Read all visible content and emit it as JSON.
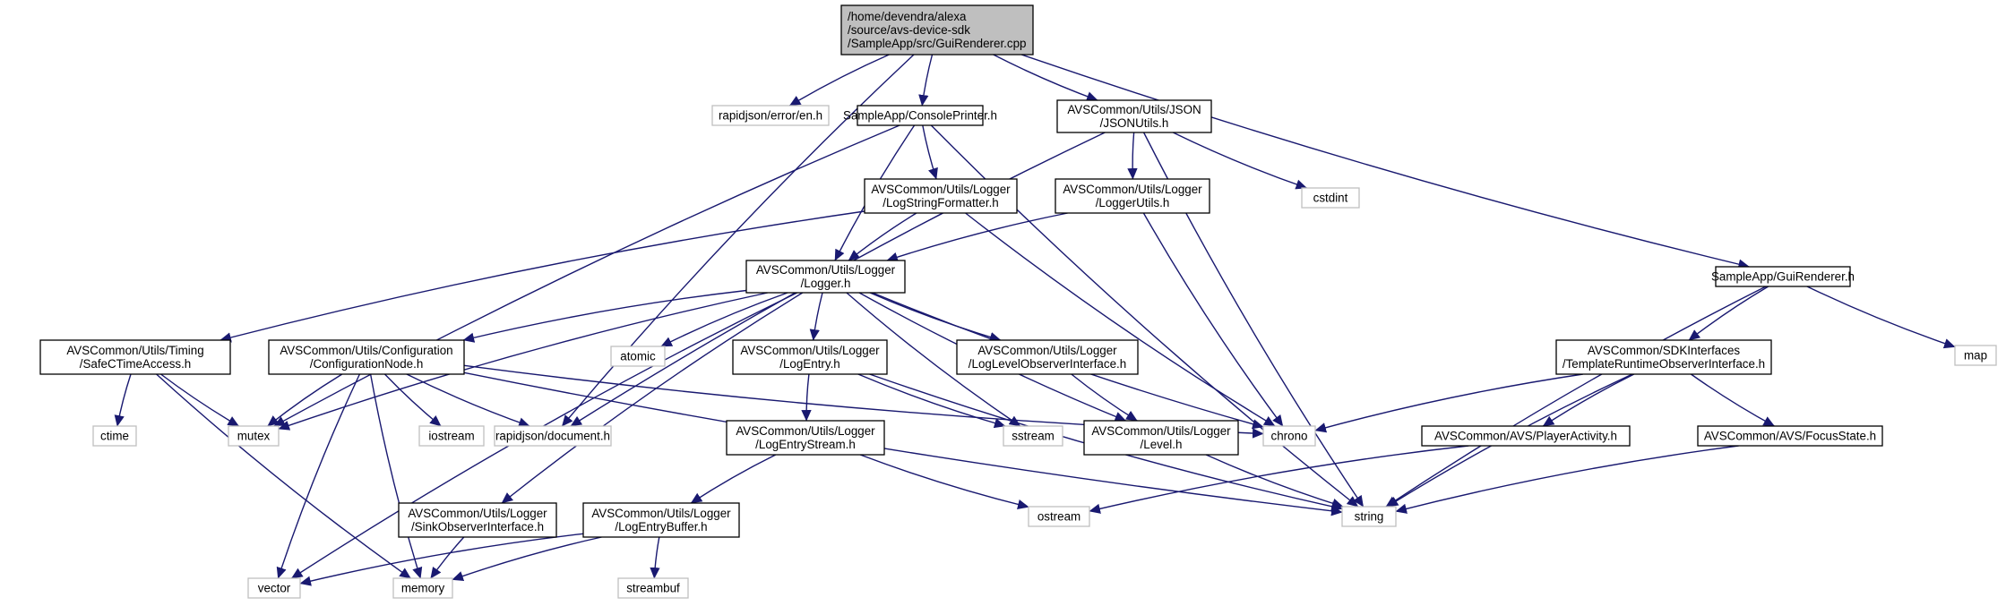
{
  "colors": {
    "edge": "#191970",
    "main_fill": "#bfbfbf",
    "local_border": "#000000",
    "system_border": "#bfbfbf",
    "background": "#ffffff"
  },
  "nodes": [
    {
      "id": "guirenderer_cpp",
      "kind": "main",
      "lines": [
        "/home/devendra/alexa",
        "/source/avs-device-sdk",
        "/SampleApp/src/GuiRenderer.cpp"
      ]
    },
    {
      "id": "error_en",
      "kind": "system",
      "lines": [
        "rapidjson/error/en.h"
      ]
    },
    {
      "id": "consoleprinter",
      "kind": "local",
      "lines": [
        "SampleApp/ConsolePrinter.h"
      ]
    },
    {
      "id": "jsonutils",
      "kind": "local",
      "lines": [
        "AVSCommon/Utils/JSON",
        "/JSONUtils.h"
      ]
    },
    {
      "id": "cstdint",
      "kind": "system",
      "lines": [
        "cstdint"
      ]
    },
    {
      "id": "logstringformatter",
      "kind": "local",
      "lines": [
        "AVSCommon/Utils/Logger",
        "/LogStringFormatter.h"
      ]
    },
    {
      "id": "loggerutils",
      "kind": "local",
      "lines": [
        "AVSCommon/Utils/Logger",
        "/LoggerUtils.h"
      ]
    },
    {
      "id": "logger",
      "kind": "local",
      "lines": [
        "AVSCommon/Utils/Logger",
        "/Logger.h"
      ]
    },
    {
      "id": "guirenderer_h",
      "kind": "local",
      "lines": [
        "SampleApp/GuiRenderer.h"
      ]
    },
    {
      "id": "safectime",
      "kind": "local",
      "lines": [
        "AVSCommon/Utils/Timing",
        "/SafeCTimeAccess.h"
      ]
    },
    {
      "id": "confignode",
      "kind": "local",
      "lines": [
        "AVSCommon/Utils/Configuration",
        "/ConfigurationNode.h"
      ]
    },
    {
      "id": "atomic",
      "kind": "system",
      "lines": [
        "atomic"
      ]
    },
    {
      "id": "logentry",
      "kind": "local",
      "lines": [
        "AVSCommon/Utils/Logger",
        "/LogEntry.h"
      ]
    },
    {
      "id": "loglevelobserver",
      "kind": "local",
      "lines": [
        "AVSCommon/Utils/Logger",
        "/LogLevelObserverInterface.h"
      ]
    },
    {
      "id": "templateobserver",
      "kind": "local",
      "lines": [
        "AVSCommon/SDKInterfaces",
        "/TemplateRuntimeObserverInterface.h"
      ]
    },
    {
      "id": "map",
      "kind": "system",
      "lines": [
        "map"
      ]
    },
    {
      "id": "ctime",
      "kind": "system",
      "lines": [
        "ctime"
      ]
    },
    {
      "id": "mutex",
      "kind": "system",
      "lines": [
        "mutex"
      ]
    },
    {
      "id": "iostream",
      "kind": "system",
      "lines": [
        "iostream"
      ]
    },
    {
      "id": "document",
      "kind": "system",
      "lines": [
        "rapidjson/document.h"
      ]
    },
    {
      "id": "sstream",
      "kind": "system",
      "lines": [
        "sstream"
      ]
    },
    {
      "id": "chrono",
      "kind": "system",
      "lines": [
        "chrono"
      ]
    },
    {
      "id": "logentrystream",
      "kind": "local",
      "lines": [
        "AVSCommon/Utils/Logger",
        "/LogEntryStream.h"
      ]
    },
    {
      "id": "level",
      "kind": "local",
      "lines": [
        "AVSCommon/Utils/Logger",
        "/Level.h"
      ]
    },
    {
      "id": "playeractivity",
      "kind": "local",
      "lines": [
        "AVSCommon/AVS/PlayerActivity.h"
      ]
    },
    {
      "id": "focusstate",
      "kind": "local",
      "lines": [
        "AVSCommon/AVS/FocusState.h"
      ]
    },
    {
      "id": "sinkobserver",
      "kind": "local",
      "lines": [
        "AVSCommon/Utils/Logger",
        "/SinkObserverInterface.h"
      ]
    },
    {
      "id": "logentrybuffer",
      "kind": "local",
      "lines": [
        "AVSCommon/Utils/Logger",
        "/LogEntryBuffer.h"
      ]
    },
    {
      "id": "ostream",
      "kind": "system",
      "lines": [
        "ostream"
      ]
    },
    {
      "id": "string",
      "kind": "system",
      "lines": [
        "string"
      ]
    },
    {
      "id": "vector",
      "kind": "system",
      "lines": [
        "vector"
      ]
    },
    {
      "id": "memory",
      "kind": "system",
      "lines": [
        "memory"
      ]
    },
    {
      "id": "streambuf",
      "kind": "system",
      "lines": [
        "streambuf"
      ]
    }
  ],
  "edges": [
    [
      "guirenderer_cpp",
      "error_en"
    ],
    [
      "guirenderer_cpp",
      "consoleprinter"
    ],
    [
      "guirenderer_cpp",
      "jsonutils"
    ],
    [
      "guirenderer_cpp",
      "guirenderer_h"
    ],
    [
      "guirenderer_cpp",
      "document"
    ],
    [
      "consoleprinter",
      "logstringformatter"
    ],
    [
      "consoleprinter",
      "logger"
    ],
    [
      "consoleprinter",
      "mutex"
    ],
    [
      "consoleprinter",
      "string"
    ],
    [
      "jsonutils",
      "loggerutils"
    ],
    [
      "jsonutils",
      "cstdint"
    ],
    [
      "jsonutils",
      "string"
    ],
    [
      "jsonutils",
      "document"
    ],
    [
      "logstringformatter",
      "logger"
    ],
    [
      "logstringformatter",
      "safectime"
    ],
    [
      "logstringformatter",
      "chrono"
    ],
    [
      "loggerutils",
      "logger"
    ],
    [
      "loggerutils",
      "chrono"
    ],
    [
      "logger",
      "confignode"
    ],
    [
      "logger",
      "atomic"
    ],
    [
      "logger",
      "logentry"
    ],
    [
      "logger",
      "loglevelobserver"
    ],
    [
      "logger",
      "level"
    ],
    [
      "logger",
      "sinkobserver"
    ],
    [
      "logger",
      "mutex"
    ],
    [
      "logger",
      "vector"
    ],
    [
      "logger",
      "sstream"
    ],
    [
      "logger",
      "chrono"
    ],
    [
      "guirenderer_h",
      "templateobserver"
    ],
    [
      "guirenderer_h",
      "map"
    ],
    [
      "guirenderer_h",
      "string"
    ],
    [
      "safectime",
      "ctime"
    ],
    [
      "safectime",
      "mutex"
    ],
    [
      "safectime",
      "memory"
    ],
    [
      "confignode",
      "mutex"
    ],
    [
      "confignode",
      "iostream"
    ],
    [
      "confignode",
      "document"
    ],
    [
      "confignode",
      "chrono"
    ],
    [
      "confignode",
      "string"
    ],
    [
      "confignode",
      "vector"
    ],
    [
      "confignode",
      "memory"
    ],
    [
      "logentry",
      "logentrystream"
    ],
    [
      "logentry",
      "sstream"
    ],
    [
      "logentry",
      "string"
    ],
    [
      "loglevelobserver",
      "level"
    ],
    [
      "templateobserver",
      "chrono"
    ],
    [
      "templateobserver",
      "playeractivity"
    ],
    [
      "templateobserver",
      "focusstate"
    ],
    [
      "templateobserver",
      "string"
    ],
    [
      "level",
      "string"
    ],
    [
      "playeractivity",
      "ostream"
    ],
    [
      "focusstate",
      "string"
    ],
    [
      "logentrystream",
      "logentrybuffer"
    ],
    [
      "logentrystream",
      "ostream"
    ],
    [
      "sinkobserver",
      "memory"
    ],
    [
      "logentrybuffer",
      "vector"
    ],
    [
      "logentrybuffer",
      "memory"
    ],
    [
      "logentrybuffer",
      "streambuf"
    ]
  ]
}
